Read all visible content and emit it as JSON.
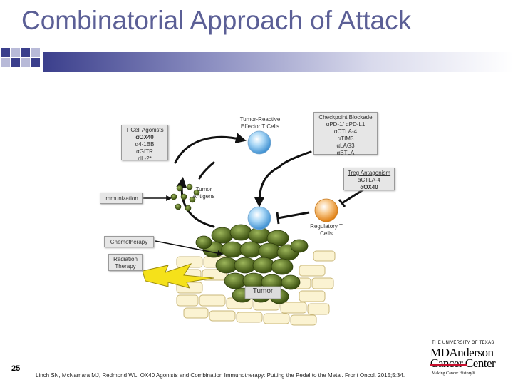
{
  "slide": {
    "title": "Combinatorial Approach of Attack",
    "page_number": "25",
    "citation": "Linch SN, McNamara MJ, Redmond WL. OX40 Agonists and Combination Immunotherapy: Putting the Pedal to the Metal. Front Oncol. 2015;5:34."
  },
  "diagram": {
    "t_cell_agonists": {
      "heading": "T Cell Agonists",
      "items": [
        "αOX40",
        "α4-1BB",
        "αGITR",
        "rIL-2*"
      ]
    },
    "checkpoint_blockade": {
      "heading": "Checkpoint Blockade",
      "items": [
        "αPD-1/ αPD-L1",
        "αCTLA-4",
        "αTIM3",
        "αLAG3",
        "αBTLA"
      ]
    },
    "treg_antagonism": {
      "heading": "Treg Antagonism",
      "items": [
        "αCTLA-4",
        "αOX40"
      ]
    },
    "effector_label": "Tumor-Reactive Effector T Cells",
    "tumor_antigens_label": "Tumor Antigens",
    "immunization_label": "Immunization",
    "chemotherapy_label": "Chemotherapy",
    "radiation_label": "Radiation Therapy",
    "regulatory_label": "Regulatory T Cells",
    "tumor_label": "Tumor"
  },
  "logo": {
    "line1": "THE UNIVERSITY OF TEXAS",
    "line2": "MDAnderson",
    "line3": "Cancer Center",
    "tagline": "Making Cancer History®"
  },
  "colors": {
    "title": "#5b5f96",
    "band_dark": "#3b3f8c",
    "effector_cell": "#6cb4e8",
    "regulatory_cell": "#f2a54a",
    "antigen": "#3f6b1d",
    "tumor_cell": "#5e7a24",
    "bolt": "#f5e11a"
  }
}
